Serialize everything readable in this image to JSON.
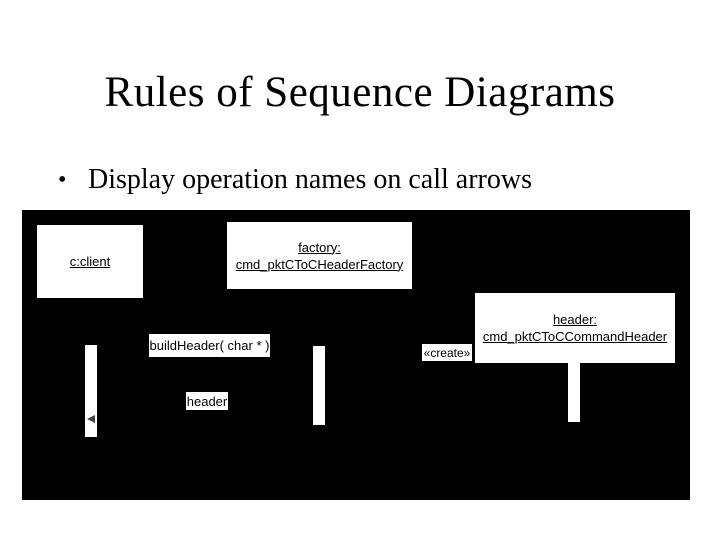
{
  "slide": {
    "title": "Rules of Sequence Diagrams",
    "bullet_marker": "•",
    "bullet_text": "Display operation names on call arrows"
  },
  "diagram": {
    "objects": {
      "client": {
        "name": "c:client"
      },
      "factory": {
        "name": "factory:",
        "class": "cmd_pktCToCHeaderFactory"
      },
      "header": {
        "name": "header:",
        "class": "cmd_pktCToCCommandHeader"
      }
    },
    "messages": {
      "build_header": "buildHeader( char * )",
      "create": "«create»",
      "return_header": "header"
    },
    "colors": {
      "panel_bg": "#000000",
      "box_bg": "#ffffff",
      "text": "#000000",
      "return_arrow": "#444444"
    }
  }
}
